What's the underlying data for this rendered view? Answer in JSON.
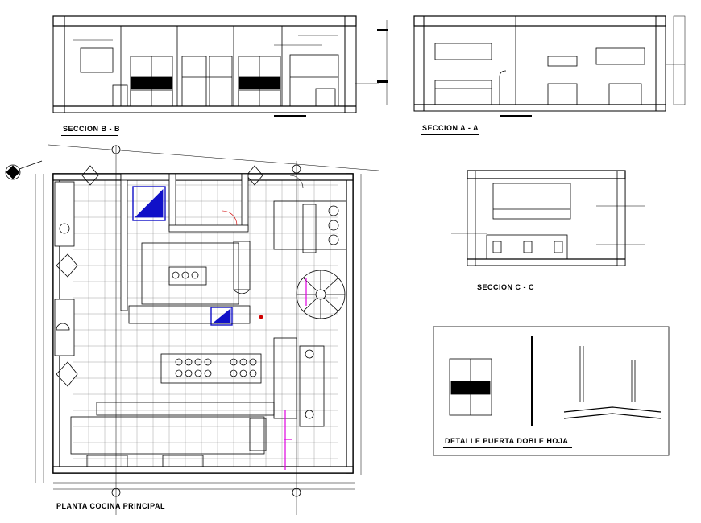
{
  "labels": {
    "section_bb": "SECCION  B - B",
    "section_aa": "SECCION  A - A",
    "section_cc": "SECCION  C - C",
    "door_detail": "DETALLE PUERTA DOBLE HOJA",
    "plan_title": "PLANTA COCINA PRINCIPAL"
  },
  "colors": {
    "line": "#000000",
    "accent_blue": "#1010c8",
    "accent_magenta": "#e000e0",
    "accent_red": "#d00000"
  },
  "icons": [
    "north-arrow-icon",
    "spiral-stair-icon",
    "stove-burner-icon"
  ]
}
